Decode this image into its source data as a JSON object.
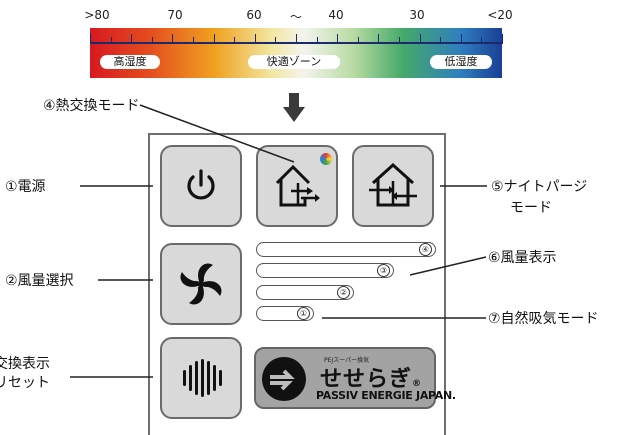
{
  "scale": {
    "ticks": [
      ">80",
      "70",
      "60",
      "～",
      "40",
      "30",
      "<20"
    ],
    "zones": {
      "high": "高湿度",
      "comfort": "快適ゾーン",
      "low": "低湿度"
    }
  },
  "callouts": {
    "heat_exchange": "④熱交換モード",
    "power": "①電源",
    "night_purge_line1": "⑤ナイトパージ",
    "night_purge_line2": "モード",
    "airflow_select": "②風量選択",
    "airflow_display": "⑥風量表示",
    "natural_intake": "⑦自然吸気モード",
    "exchange_line1": "交換表示",
    "exchange_line2": "リセット"
  },
  "airflow_levels": [
    "④",
    "③",
    "②",
    "①"
  ],
  "logo": {
    "small": "PEJスーパー換気",
    "main": "せせらぎ",
    "mark": "®",
    "sub": "PASSIV ENERGIE JAPAN."
  },
  "colors": {
    "high_humidity": "#d71920",
    "low_humidity": "#1a3f95",
    "button_bg": "#d9d9d9"
  }
}
